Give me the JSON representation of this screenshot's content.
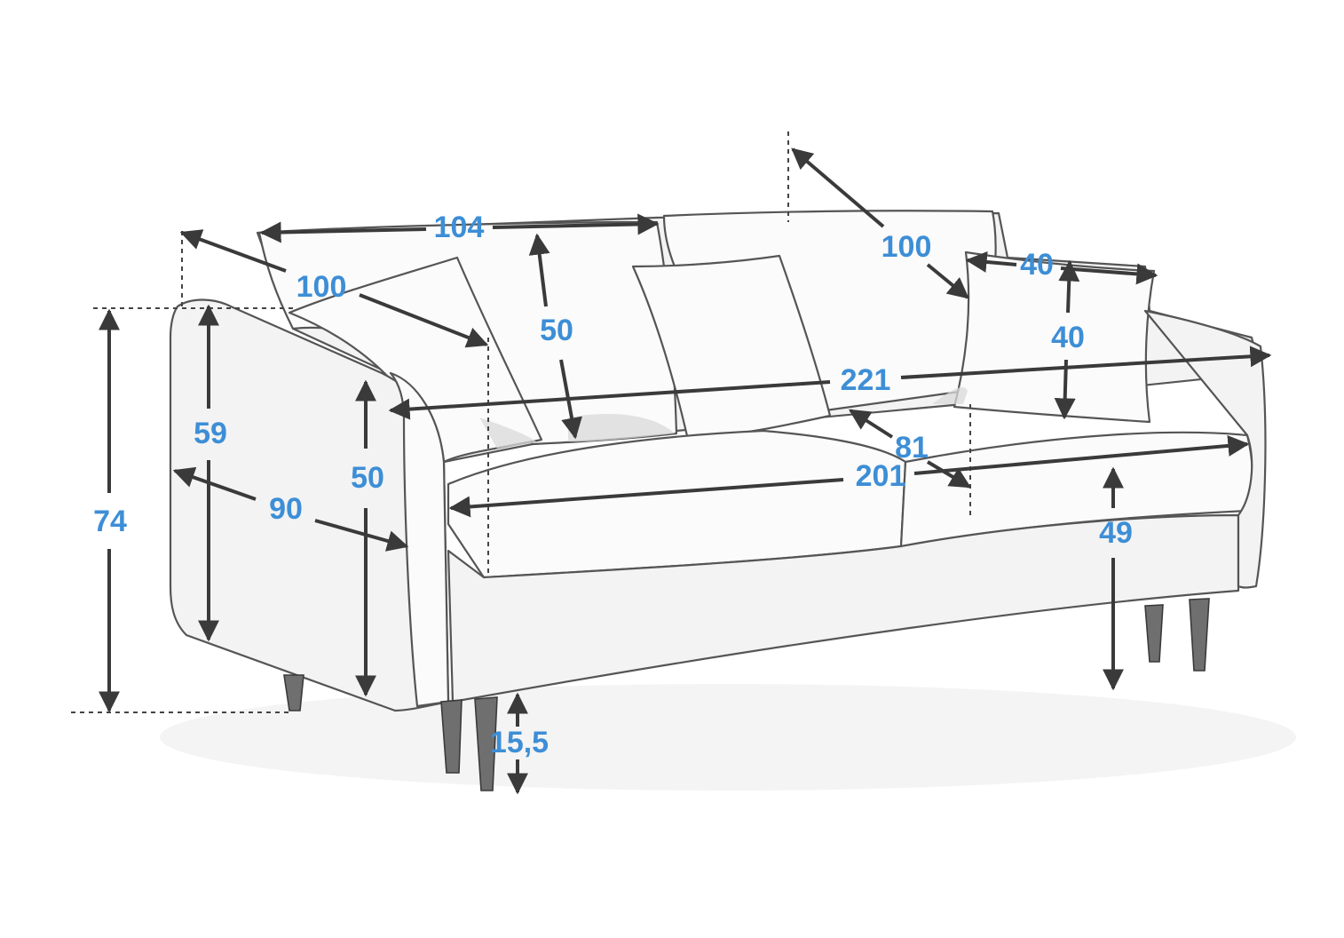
{
  "dimensions": {
    "back_width": "104",
    "arm_depth": "100",
    "back_cushion_height": "50",
    "seat_depth_right": "100",
    "small_pillow_width": "40",
    "small_pillow_height": "40",
    "total_width": "221",
    "arm_height": "59",
    "total_height": "74",
    "arm_front_height": "50",
    "seat_depth": "81",
    "seat_width": "201",
    "side_depth": "90",
    "seat_height": "49",
    "leg_height": "15,5"
  },
  "colors": {
    "label": "#3d8ed6",
    "arrow": "#3a3a3a",
    "sketch_line": "#555555"
  }
}
